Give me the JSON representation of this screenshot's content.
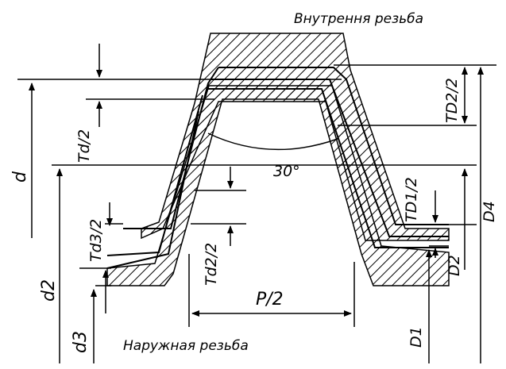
{
  "captions": {
    "internal_thread": "Внутрення резьба",
    "external_thread": "Наружная резьба"
  },
  "angle_label": "30°",
  "labels": {
    "d": "d",
    "d2": "d2",
    "d3": "d3",
    "Td_2": "Td/2",
    "Td3_2": "Td3/2",
    "Td2_2": "Td2/2",
    "P_2": "P/2",
    "TD2_2": "TD2/2",
    "TD1_2": "TD1/2",
    "D4": "D4",
    "D2": "D2",
    "D1": "D1"
  },
  "colors": {
    "ink": "#000000",
    "background": "#ffffff"
  }
}
